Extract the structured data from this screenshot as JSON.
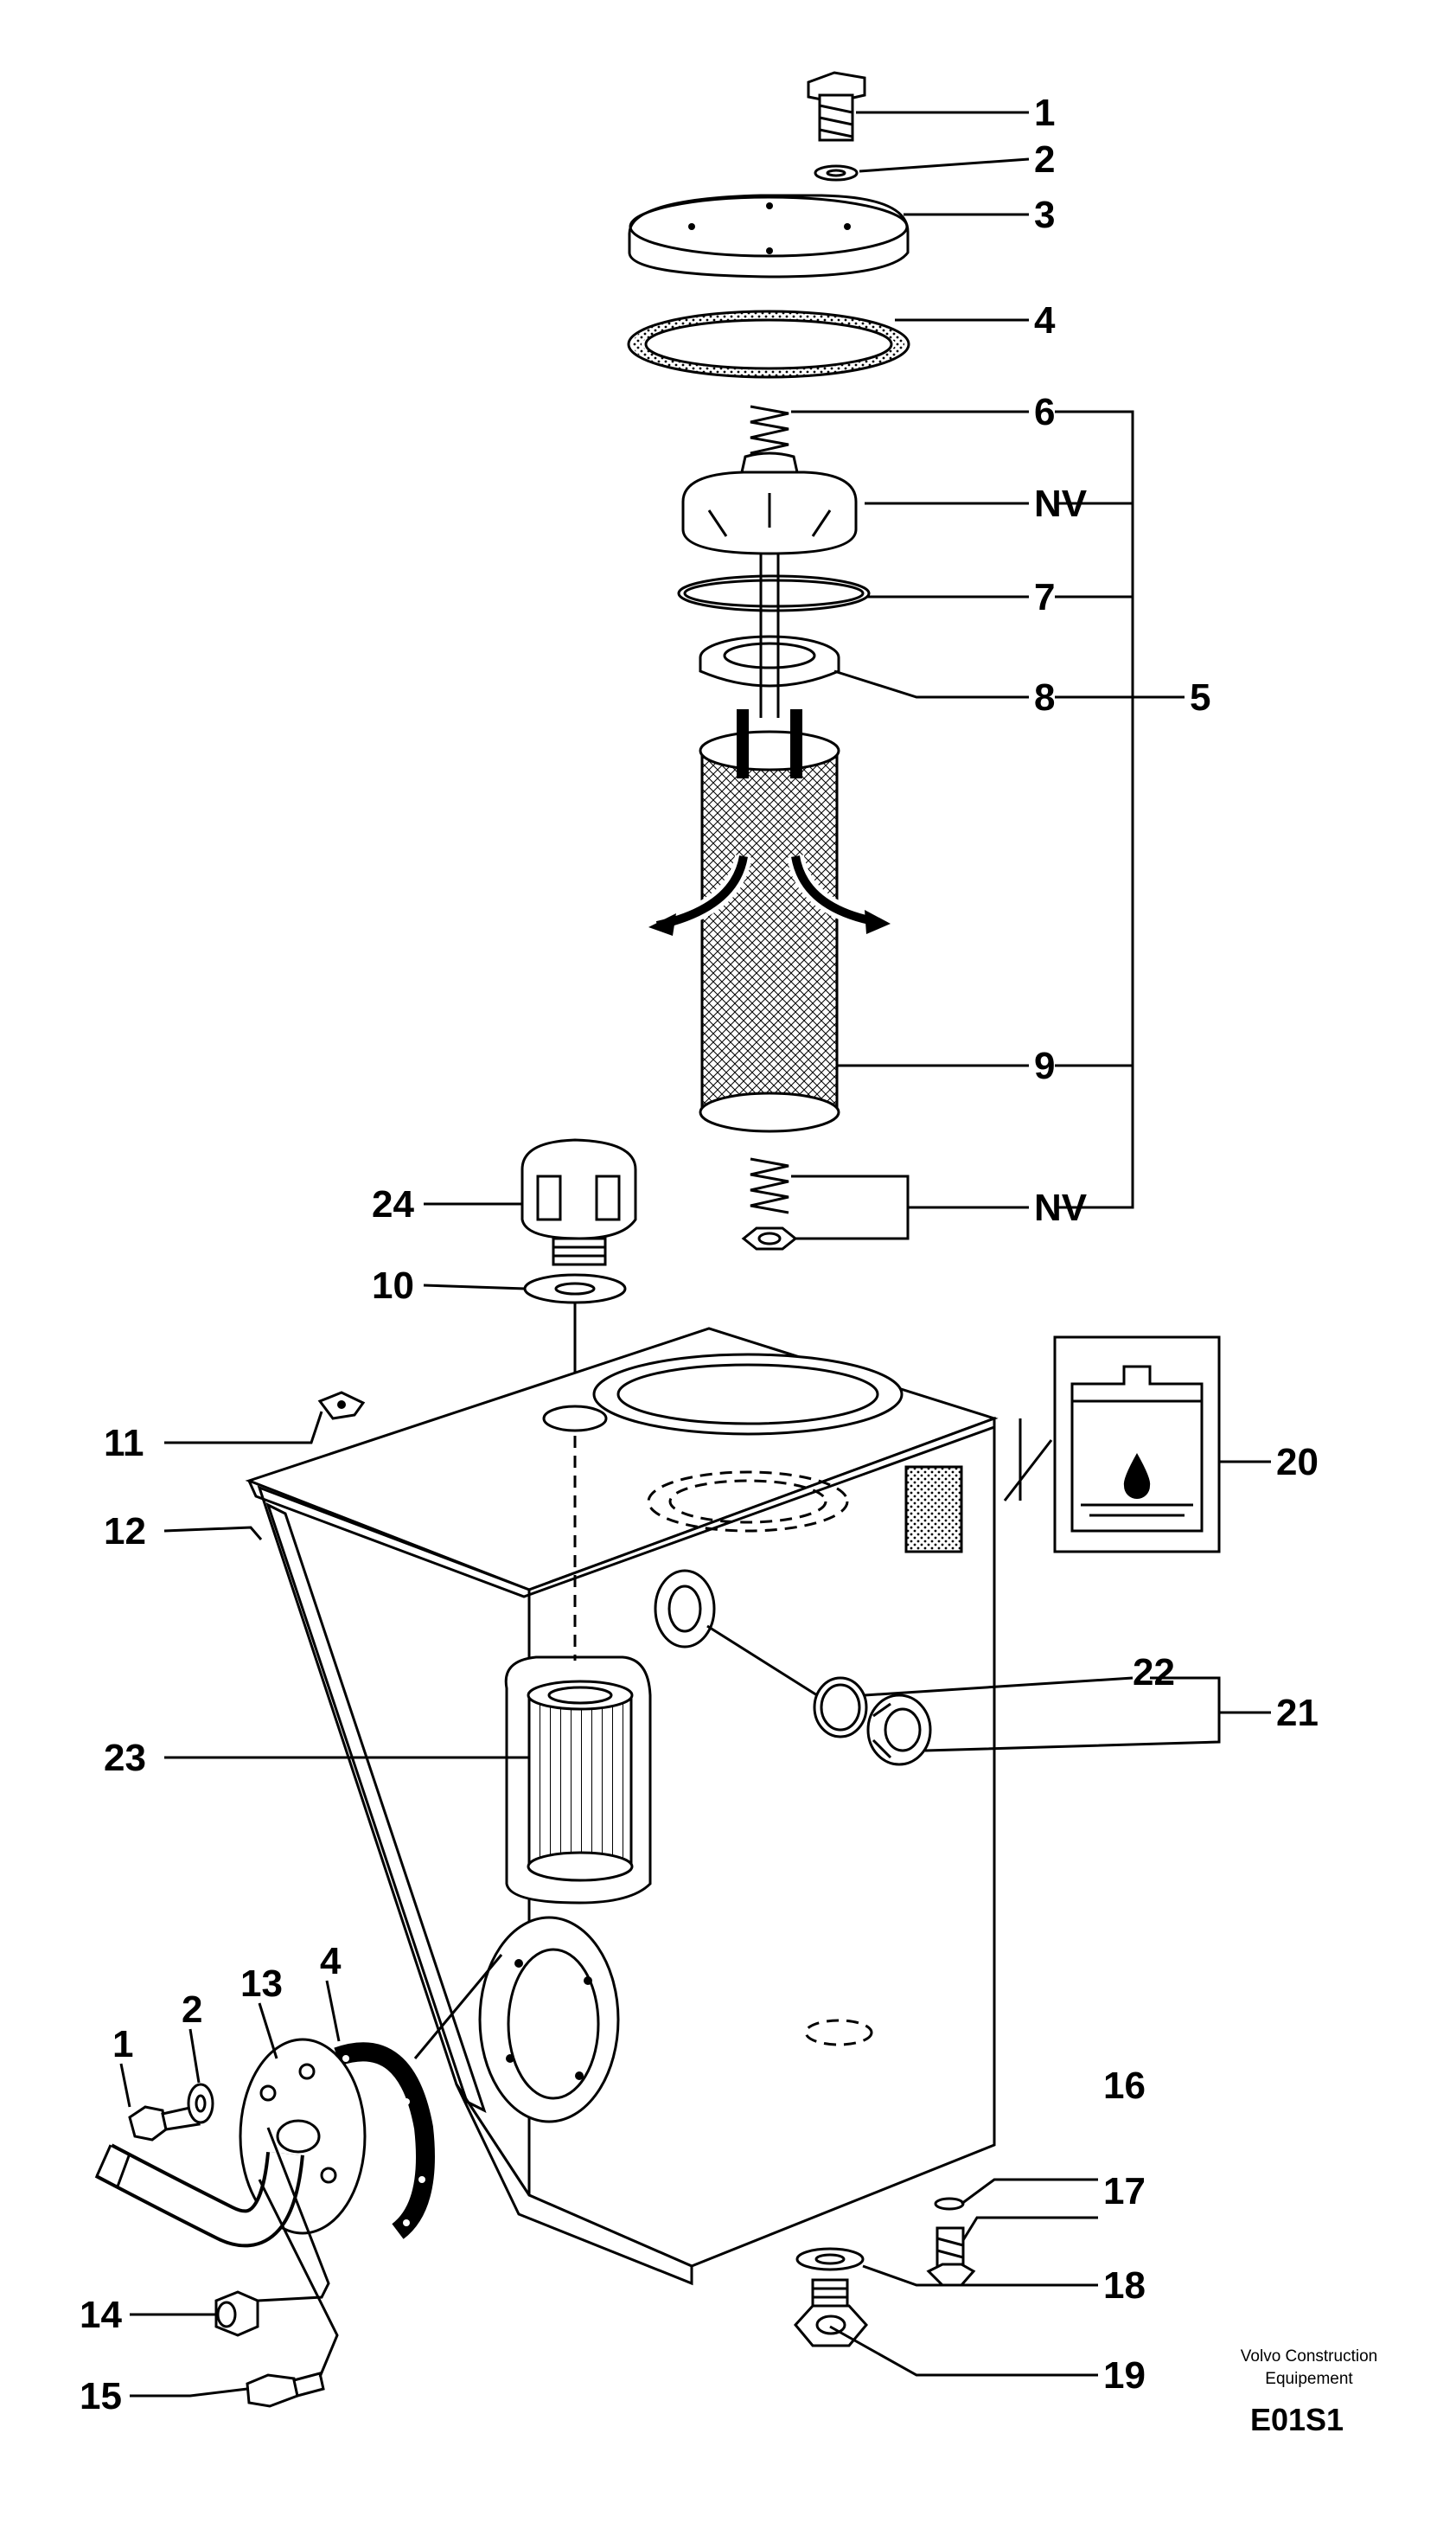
{
  "callouts": {
    "c1_top": "1",
    "c2_top": "2",
    "c3": "3",
    "c4_top": "4",
    "c6": "6",
    "nv_upper": "NV",
    "c7": "7",
    "c8": "8",
    "c5": "5",
    "c9": "9",
    "nv_lower": "NV",
    "c24": "24",
    "c10": "10",
    "c11": "11",
    "c12": "12",
    "c20": "20",
    "c22": "22",
    "c21": "21",
    "c23": "23",
    "c4_bottom": "4",
    "c2_bottom": "2",
    "c13": "13",
    "c1_bottom": "1",
    "c16": "16",
    "c17": "17",
    "c18": "18",
    "c14": "14",
    "c19": "19",
    "c15": "15"
  },
  "credit": {
    "line1": "Volvo Construction",
    "line2": "Equipement",
    "code": "E01S1"
  }
}
